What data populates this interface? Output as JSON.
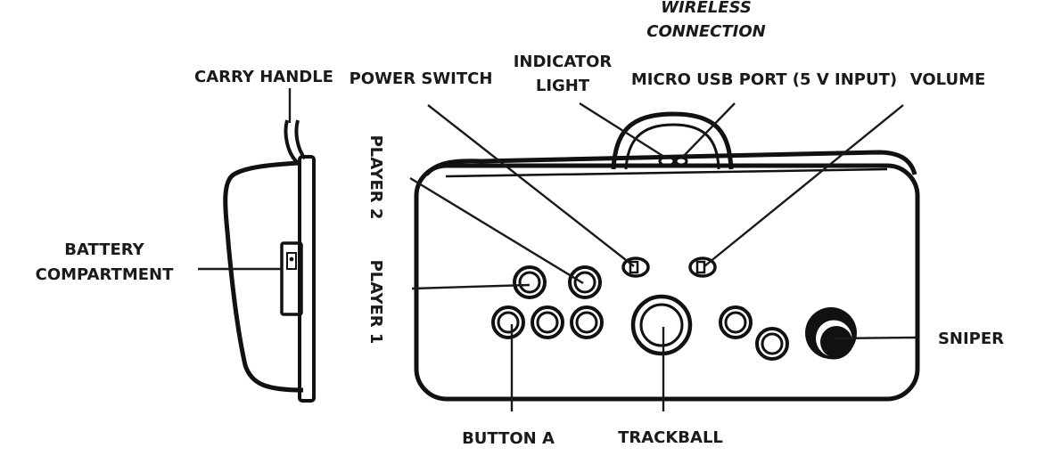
{
  "labels": {
    "wireless_line1": "WIRELESS",
    "wireless_line2": "CONNECTION",
    "carry_handle": "CARRY HANDLE",
    "power_switch": "POWER SWITCH",
    "indicator_line1": "INDICATOR",
    "indicator_line2": "LIGHT",
    "micro_usb": "MICRO USB PORT (5 V INPUT)",
    "volume": "VOLUME",
    "player2": "PLAYER 2",
    "player1": "PLAYER 1",
    "battery_line1": "BATTERY",
    "battery_line2": "COMPARTMENT",
    "sniper": "SNIPER",
    "button_a": "BUTTON A",
    "trackball": "TRACKBALL"
  },
  "colors": {
    "ink": "#111111",
    "label": "#1a1a1a",
    "background": "#ffffff"
  }
}
